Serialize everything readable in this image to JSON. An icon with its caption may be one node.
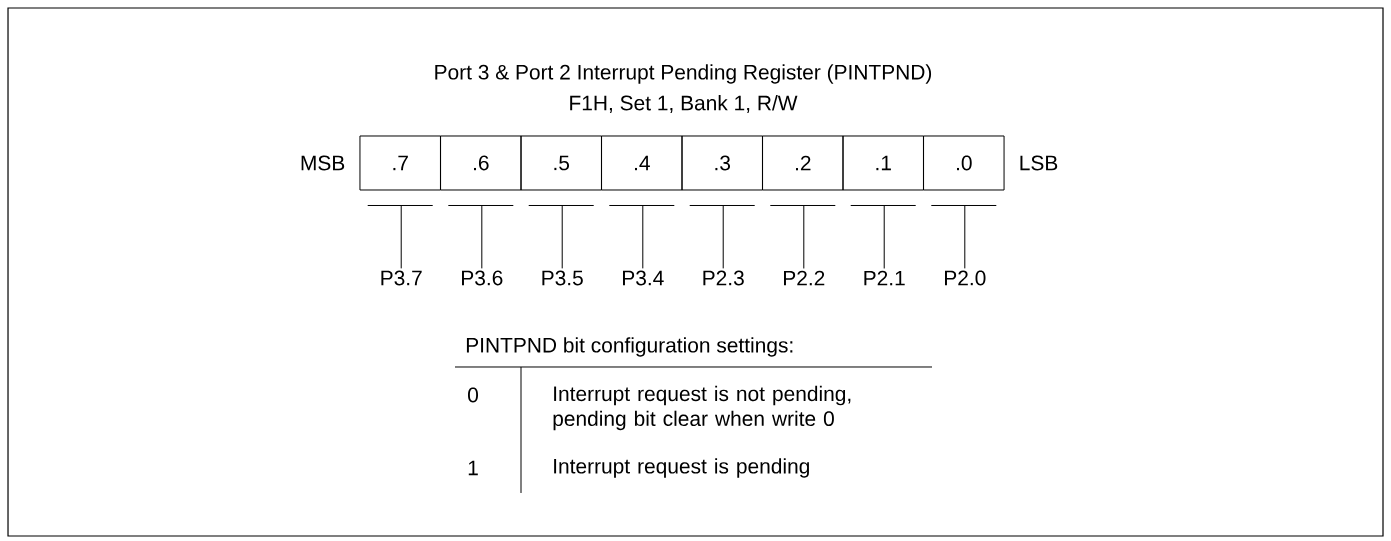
{
  "diagram": {
    "title": "Port 3 & Port 2 Interrupt Pending Register (PINTPND)",
    "nodes": [
      {
        "text": [
          ".7"
        ],
        "beside": [
          "MSB"
        ]
      },
      {
        "text": [
          ".6"
        ]
      },
      {
        "text": [
          ".5"
        ]
      },
      {
        "text": [
          ".4"
        ]
      },
      {
        "text": [
          ".3"
        ]
      },
      {
        "text": [
          ".2"
        ]
      },
      {
        "text": [
          ".1"
        ]
      },
      {
        "text": [
          ".0"
        ],
        "beside": [
          "LSB"
        ]
      },
      {
        "text": [
          "P3.7"
        ]
      },
      {
        "text": [
          "P3.6"
        ]
      },
      {
        "text": [
          "P3.5"
        ]
      },
      {
        "text": [
          "P3.4"
        ]
      },
      {
        "text": [
          "P2.3"
        ]
      },
      {
        "text": [
          "P2.2"
        ]
      },
      {
        "text": [
          "P2.1"
        ]
      },
      {
        "text": [
          "P2.0"
        ]
      }
    ],
    "edges": [
      {
        "from": 8,
        "to": 0,
        "arrow": "none"
      },
      {
        "from": 9,
        "to": 1,
        "arrow": "none"
      },
      {
        "from": 10,
        "to": 2,
        "arrow": "none"
      },
      {
        "from": 11,
        "to": 3,
        "arrow": "none"
      },
      {
        "from": 12,
        "to": 4,
        "arrow": "none"
      },
      {
        "from": 13,
        "to": 5,
        "arrow": "none"
      },
      {
        "from": 14,
        "to": 6,
        "arrow": "none"
      },
      {
        "from": 15,
        "to": 7,
        "arrow": "none"
      }
    ],
    "labels": [
      "F1H, Set 1, Bank 1, R/W",
      "PINTPND bit configuration settings:",
      "0",
      "Interrupt request is not pending, pending bit clear when write 0",
      "1",
      "Interrupt request is pending"
    ]
  }
}
